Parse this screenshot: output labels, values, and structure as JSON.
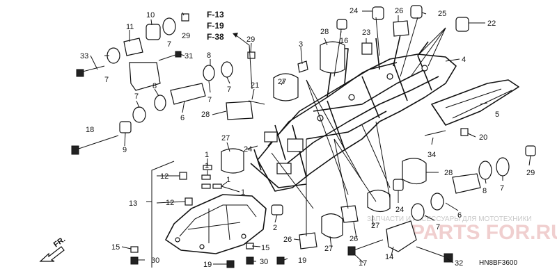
{
  "callouts": {
    "c10": "10",
    "c11": "11",
    "c29a": "29",
    "c7a": "7",
    "c33": "33",
    "c31": "31",
    "c8a": "8",
    "c7b": "7",
    "c7c": "7",
    "c7d": "7",
    "c6a": "6",
    "c8b": "8",
    "c7e": "7",
    "c18": "18",
    "c9": "9",
    "c29b": "29",
    "c3": "3",
    "c27a": "27",
    "c21": "21",
    "c28a": "28",
    "c27b": "27",
    "c24a": "24",
    "c16": "16",
    "c26a": "26",
    "c25": "25",
    "c22": "22",
    "c28b": "28",
    "c23": "23",
    "c4": "4",
    "c5": "5",
    "c20": "20",
    "c34": "34",
    "c29c": "29",
    "c28c": "28",
    "c8c": "8",
    "c7f": "7",
    "c24b": "24",
    "c6b": "6",
    "c7g": "7",
    "c1a": "1",
    "c1b": "1",
    "c1c": "1",
    "c1d": "1",
    "c12a": "12",
    "c12b": "12",
    "c13": "13",
    "c2": "2",
    "c15a": "15",
    "c15b": "15",
    "c30a": "30",
    "c30b": "30",
    "c19a": "19",
    "c19b": "19",
    "c26b": "26",
    "c27c": "27",
    "c27d": "27",
    "c26c": "26",
    "c17": "17",
    "c14": "14",
    "c32": "32"
  },
  "references": [
    "F-13",
    "F-19",
    "F-38"
  ],
  "front_label": "FR.",
  "watermark": {
    "line1": "ЗАПЧАСТИ И АКСЕССУАРЫ ДЛЯ МОТОТЕХНИКИ",
    "line2": "PARTS FOR.RU"
  },
  "diagram_code": "HN8BF3600",
  "colors": {
    "ink": "#111111",
    "watermark": "#c8c8c8",
    "watermark_red": "#e8b0b0"
  }
}
